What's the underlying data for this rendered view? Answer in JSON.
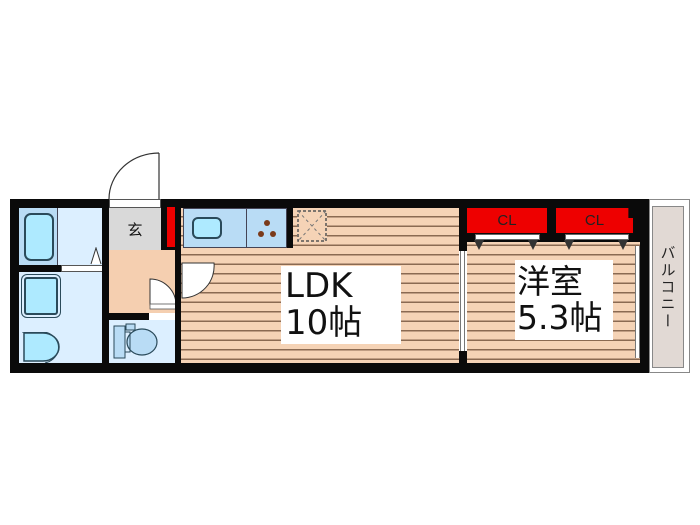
{
  "floorplan": {
    "rooms": {
      "ldk": {
        "name": "LDK",
        "size": "10帖"
      },
      "western_room": {
        "name": "洋室",
        "size": "5.3帖"
      },
      "entrance": {
        "name": "玄"
      },
      "balcony": {
        "name": "バルコニー"
      },
      "closet_1": {
        "name": "CL"
      },
      "closet_2": {
        "name": "CL"
      }
    },
    "colors": {
      "wall": "#0a0a0a",
      "wood_floor": "#f5d3b6",
      "wet_area": "#dcefff",
      "fixture": "#aeeaff",
      "entrance_floor": "#d9d9d9",
      "closet": "#ee0000",
      "balcony": "#e1d9d4",
      "hall_floor": "#f5cfb0"
    }
  }
}
